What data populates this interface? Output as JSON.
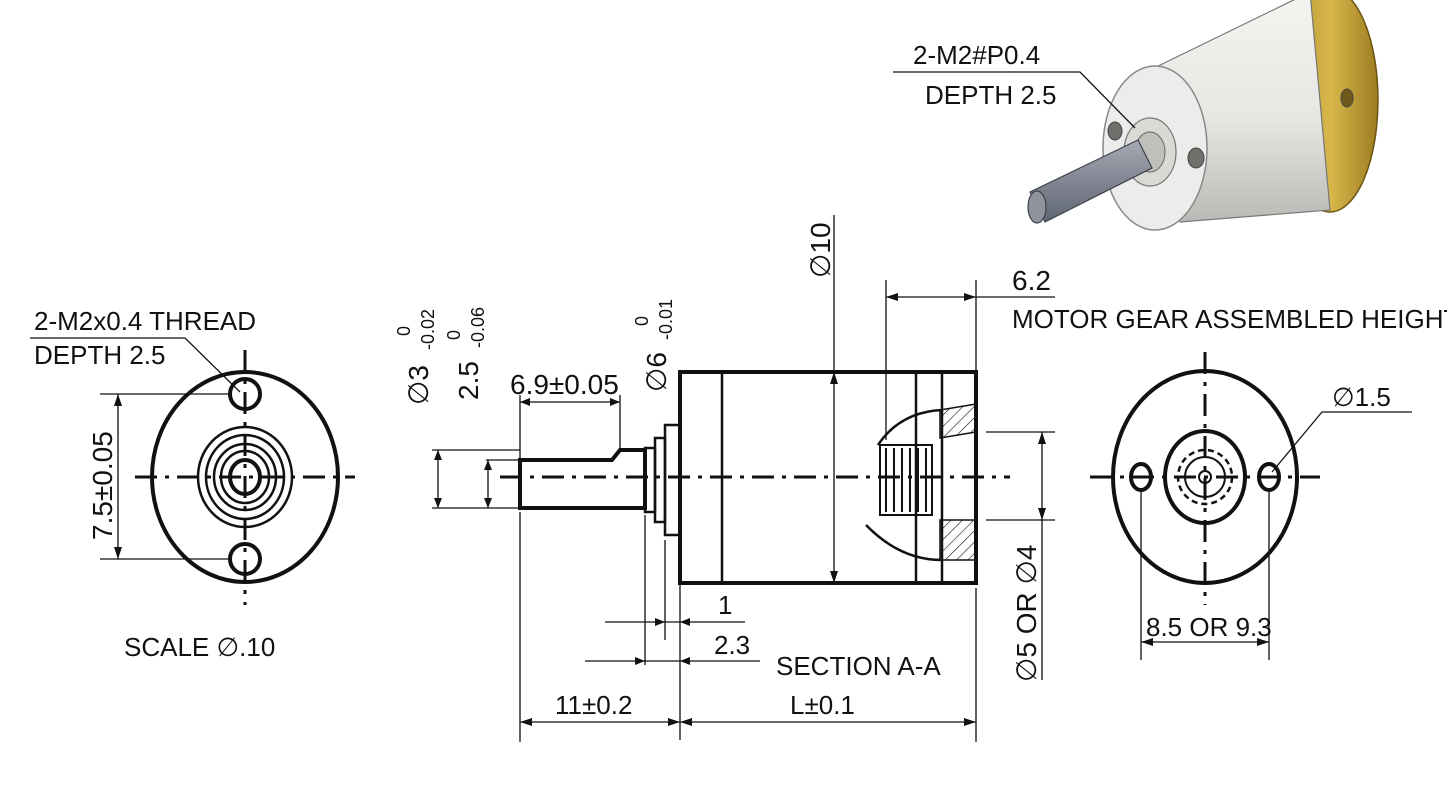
{
  "iso_view": {
    "callout_line1": "2-M2#P0.4",
    "callout_line2": "DEPTH 2.5",
    "colors": {
      "body": "#e6e6e2",
      "brass": "#c8a63a",
      "shaft": "#7d8391"
    }
  },
  "left_view": {
    "thread_line1": "2-M2x0.4 THREAD",
    "thread_line2": "DEPTH 2.5",
    "hole_spacing": "7.5±0.05",
    "scale_label": "SCALE ∅.10"
  },
  "section_view": {
    "dia_shaft_main": "∅3",
    "dia_shaft_tol_upper": "0",
    "dia_shaft_tol_lower": "-0.02",
    "flat_main": "2.5",
    "flat_tol_upper": "0",
    "flat_tol_lower": "-0.06",
    "dia_boss_main": "∅6",
    "dia_boss_tol_upper": "0",
    "dia_boss_tol_lower": "-0.01",
    "flat_length": "6.9±0.05",
    "dia_body": "∅10",
    "gear_height_value": "6.2",
    "gear_height_label": "MOTOR GEAR ASSEMBLED HEIGHT",
    "dim_1": "1",
    "dim_2_3": "2.3",
    "section_label": "SECTION A-A",
    "shaft_length": "11±0.2",
    "body_length": "L±0.1",
    "pilot_dia": "∅5 OR ∅4"
  },
  "right_view": {
    "hole_dia": "∅1.5",
    "hole_spacing": "8.5 OR 9.3"
  }
}
